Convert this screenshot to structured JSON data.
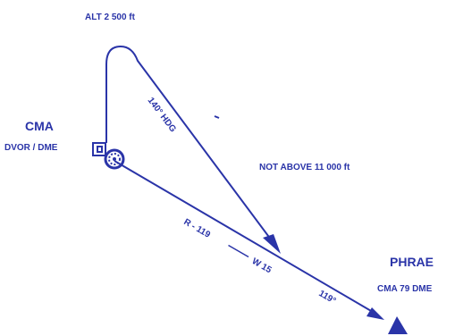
{
  "colors": {
    "ink": "#2a34a8",
    "background": "#ffffff"
  },
  "labels": {
    "altitude": "ALT 2 500 ft",
    "station_name": "CMA",
    "station_type": "DVOR / DME",
    "heading": "140° HDG",
    "altitude_limit": "NOT ABOVE 11 000 ft",
    "radial_label": "R - 119",
    "radial_suffix": "W 15",
    "track": "119°",
    "fix_name": "PHRAE",
    "fix_distance": "CMA 79 DME"
  },
  "symbols": {
    "station": "dvor-dme-icon",
    "fix": "triangle-waypoint-icon"
  }
}
